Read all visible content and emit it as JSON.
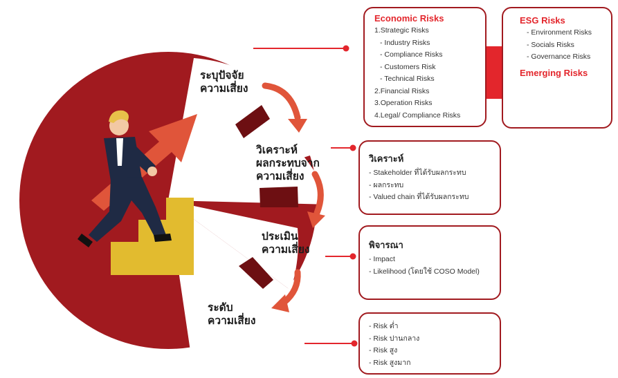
{
  "economic": {
    "title": "Economic Risks",
    "items": [
      "1.Strategic Risks",
      "- Industry Risks",
      "- Compliance Risks",
      "- Customers Risk",
      "- Technical Risks",
      "2.Financial  Risks",
      "3.Operation Risks",
      "4.Legal/ Compliance Risks"
    ]
  },
  "esg": {
    "title": "ESG Risks",
    "items": [
      "- Environment Risks",
      "- Socials Risks",
      "- Governance Risks"
    ]
  },
  "emerging": {
    "title": "Emerging Risks"
  },
  "analyze": {
    "title": "วิเคราะห์",
    "items": [
      "- Stakeholder ที่ได้รับผลกระทบ",
      "- ผลกระทบ",
      "- Valued chain ที่ได้รับผลกระทบ"
    ]
  },
  "consider": {
    "title": "พิจารณา",
    "items": [
      "- Impact",
      "- Likelihood   (โดยใช้ COSO Model)"
    ]
  },
  "levels": {
    "items": [
      "- Risk ต่ำ",
      "- Risk ปานกลาง",
      "- Risk สูง",
      "- Risk สูงมาก"
    ]
  },
  "stages": {
    "identify": [
      "ระบุปัจจัย",
      "ความเสี่ยง"
    ],
    "analyze": [
      "วิเคราะห์",
      "ผลกระทบจาก",
      "ความเสี่ยง"
    ],
    "assess": [
      "ประเมิน",
      "ความเสี่ยง"
    ],
    "level": [
      "ระดับ",
      "ความเสี่ยง"
    ]
  },
  "colors": {
    "dark_red": "#a11a1f",
    "accent_red": "#e3262c",
    "arrow_orange": "#e0553a",
    "stair_yellow": "#e2bb2f"
  }
}
